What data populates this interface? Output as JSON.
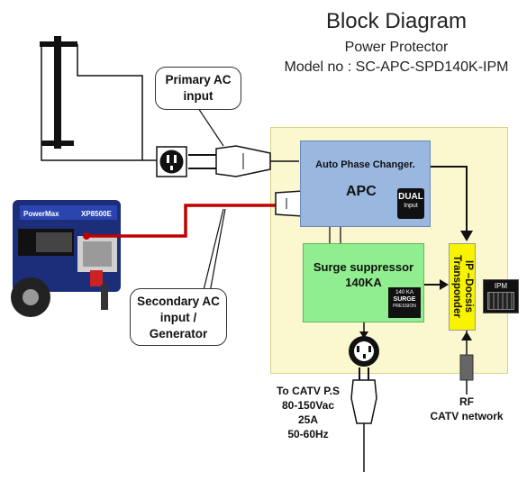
{
  "header": {
    "title": "Block Diagram",
    "subtitle": "Power Protector",
    "model": "Model no : SC-APC-SPD140K-IPM"
  },
  "primary_callout": {
    "line1": "Primary AC",
    "line2": "input"
  },
  "secondary_callout": {
    "line1": "Secondary  AC",
    "line2": "input /",
    "line3": "Generator"
  },
  "generator": {
    "brand": "PowerMax",
    "model": "XP8500E"
  },
  "apc": {
    "title": "Auto Phase Changer.",
    "name": "APC",
    "badge_top": "DUAL",
    "badge_bottom": "Input"
  },
  "surge": {
    "line1": "Surge suppressor",
    "line2": "140KA",
    "badge_top": "140 KA",
    "badge_mid": "SURGE",
    "badge_bot": "PRESSION"
  },
  "transponder": {
    "line1": "IP –Docsis",
    "line2": "Transponder",
    "ipm_label": "IPM"
  },
  "catv_ps": {
    "line1": "To CATV P.S",
    "line2": "80-150Vac",
    "line3": "25A",
    "line4": "50-60Hz"
  },
  "rf": {
    "line1": "RF",
    "line2": "CATV network"
  },
  "colors": {
    "box_bg": "#fbf8cf",
    "apc": "#99b7df",
    "surge": "#90ee90",
    "transponder": "#f8f400",
    "generator_line": "#c00000"
  }
}
